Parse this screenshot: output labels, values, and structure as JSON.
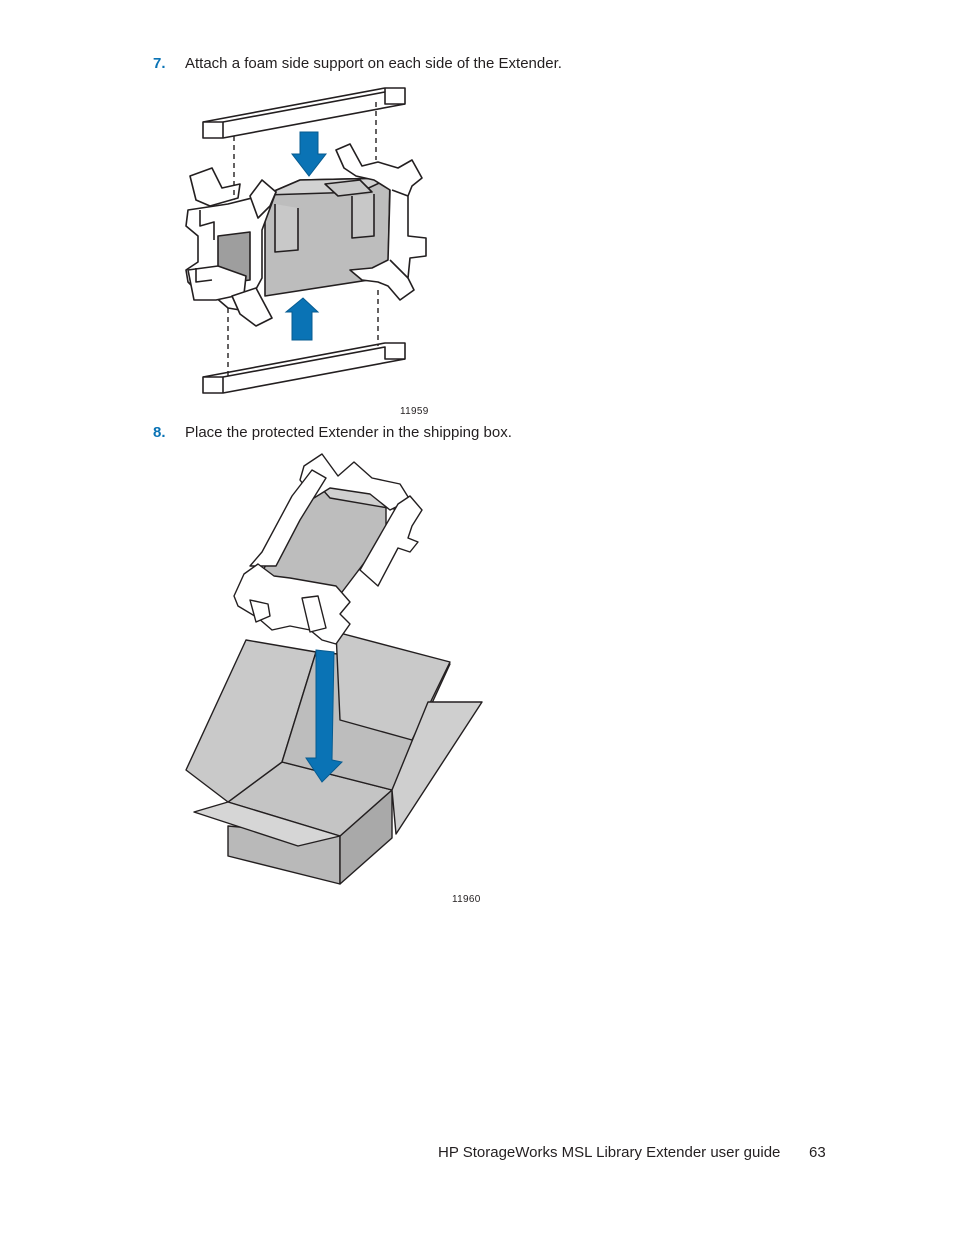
{
  "steps": [
    {
      "number": "7.",
      "text": "Attach a foam side support on each side of the Extender."
    },
    {
      "number": "8.",
      "text": "Place the protected Extender in the shipping box."
    }
  ],
  "figures": [
    {
      "id": "11959",
      "icon": "foam-side-supports-illustration"
    },
    {
      "id": "11960",
      "icon": "extender-into-box-illustration"
    }
  ],
  "footer": {
    "title": "HP StorageWorks MSL Library Extender user guide",
    "page": "63"
  },
  "colors": {
    "step_number": "#0a73b5",
    "arrow": "#0a73b5",
    "box_gray": "#b8b8b8",
    "foam": "#ffffff"
  }
}
